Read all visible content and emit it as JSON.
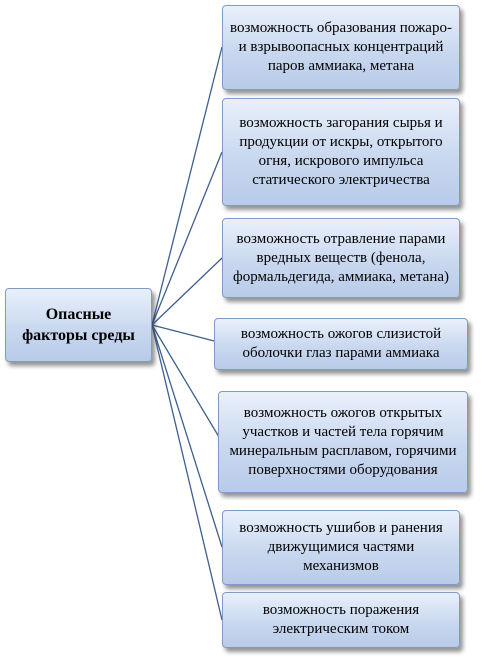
{
  "root": {
    "label": "Опасные факторы среды"
  },
  "factors": [
    {
      "label": "возможность образования пожаро- и взрывоопасных концентраций паров аммиака, метана"
    },
    {
      "label": "возможность загорания сырья и продукции от искры, открытого огня, искрового импульса статического электричества"
    },
    {
      "label": "возможность отравление парами вредных веществ (фенола, формальдегида, аммиака, метана)"
    },
    {
      "label": "возможность ожогов слизистой оболочки глаз парами аммиака"
    },
    {
      "label": "возможность ожогов открытых участков и частей тела горячим минеральным расплавом, горячими поверхностями оборудования"
    },
    {
      "label": "возможность ушибов и ранения движущимися частями механизмов"
    },
    {
      "label": "возможность поражения электрическим током"
    }
  ],
  "colors": {
    "box_top": "#e9f0fb",
    "box_bottom": "#b8cbe8",
    "box_border": "#7f9cc8",
    "connector": "#3f5f8f"
  }
}
